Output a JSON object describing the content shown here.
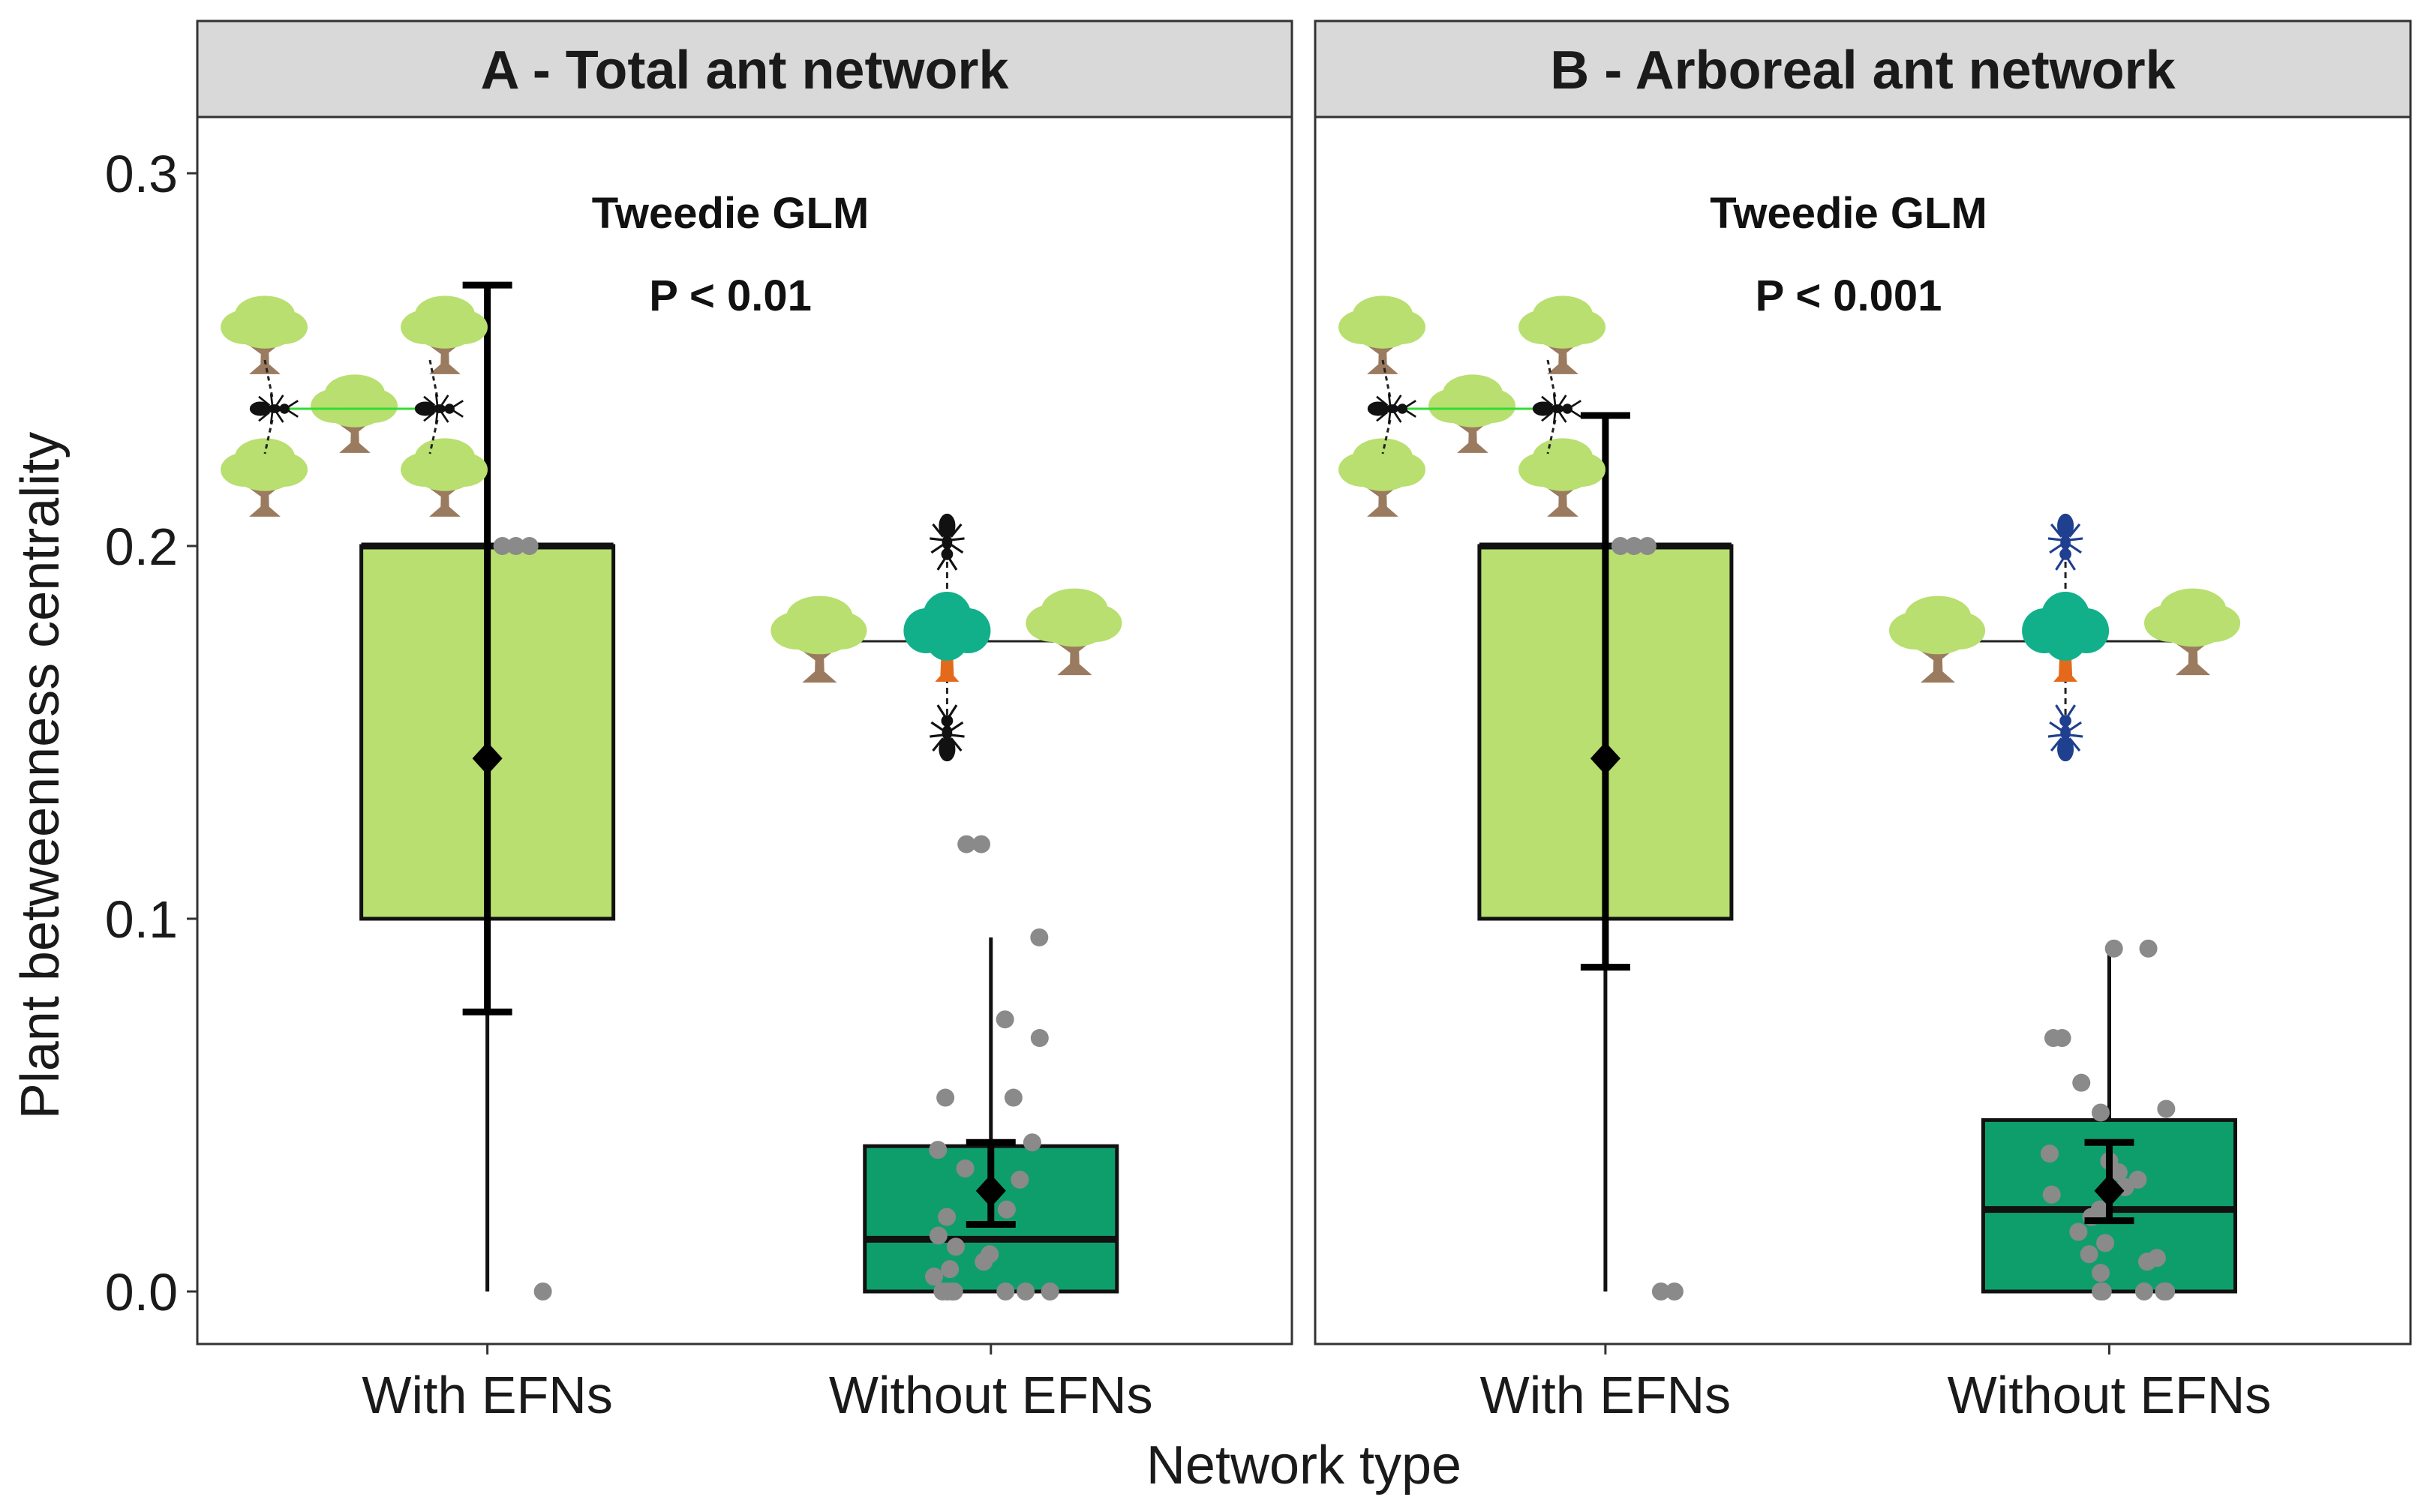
{
  "chart_data": {
    "type": "box",
    "xlabel": "Network type",
    "ylabel": "Plant betweenness centrality",
    "ylim": [
      -0.015,
      0.32
    ],
    "yticks": [
      0.0,
      0.1,
      0.2,
      0.3
    ],
    "ytick_labels": [
      "0.0",
      "0.1",
      "0.2",
      "0.3"
    ],
    "grid": false,
    "categories": [
      "With EFNs",
      "Without EFNs"
    ],
    "colors": {
      "with_efns": "#b8df6f",
      "without_efns": "#0e9e6c",
      "points": "#8a8a8a",
      "strip_bg": "#d9d9d9"
    },
    "panels": [
      {
        "title": "A - Total ant network",
        "test": "Tweedie GLM",
        "p_value": "P < 0.01",
        "groups": [
          {
            "category": "With EFNs",
            "q1": 0.1,
            "median": 0.2,
            "q3": 0.2,
            "whisker_low": 0.0,
            "whisker_high": 0.2,
            "mean": 0.143,
            "ci_low": 0.075,
            "ci_high": 0.27,
            "points": [
              0.2,
              0.2,
              0.2,
              0.0
            ]
          },
          {
            "category": "Without EFNs",
            "q1": 0.0,
            "median": 0.014,
            "q3": 0.039,
            "whisker_low": 0.0,
            "whisker_high": 0.095,
            "mean": 0.027,
            "ci_low": 0.018,
            "ci_high": 0.04,
            "points": [
              0.12,
              0.12,
              0.095,
              0.073,
              0.068,
              0.052,
              0.052,
              0.04,
              0.038,
              0.033,
              0.03,
              0.022,
              0.02,
              0.015,
              0.012,
              0.01,
              0.008,
              0.006,
              0.004,
              0.0,
              0.0,
              0.0,
              0.0,
              0.0,
              0.0,
              0.0
            ]
          }
        ]
      },
      {
        "title": "B - Arboreal ant network",
        "test": "Tweedie GLM",
        "p_value": "P < 0.001",
        "groups": [
          {
            "category": "With EFNs",
            "q1": 0.1,
            "median": 0.2,
            "q3": 0.2,
            "whisker_low": 0.0,
            "whisker_high": 0.2,
            "mean": 0.143,
            "ci_low": 0.087,
            "ci_high": 0.235,
            "points": [
              0.2,
              0.2,
              0.2,
              0.0,
              0.0
            ]
          },
          {
            "category": "Without EFNs",
            "q1": 0.0,
            "median": 0.022,
            "q3": 0.046,
            "whisker_low": 0.0,
            "whisker_high": 0.092,
            "mean": 0.027,
            "ci_low": 0.019,
            "ci_high": 0.04,
            "points": [
              0.092,
              0.092,
              0.068,
              0.068,
              0.056,
              0.049,
              0.048,
              0.037,
              0.035,
              0.032,
              0.03,
              0.028,
              0.026,
              0.022,
              0.02,
              0.016,
              0.013,
              0.01,
              0.009,
              0.008,
              0.005,
              0.0,
              0.0,
              0.0,
              0.0,
              0.0
            ]
          }
        ]
      }
    ]
  }
}
